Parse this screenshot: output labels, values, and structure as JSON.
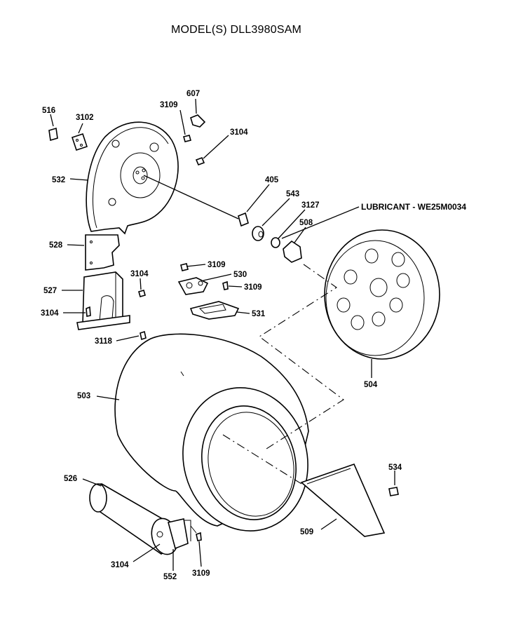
{
  "title": "MODEL(S) DLL3980SAM",
  "note": "LUBRICANT - WE25M0034",
  "callouts": {
    "c516": "516",
    "c3102": "3102",
    "c3109_top": "3109",
    "c607": "607",
    "c3104_top": "3104",
    "c532": "532",
    "c405": "405",
    "c543": "543",
    "c3127": "3127",
    "c508": "508",
    "c528": "528",
    "c3104_mid": "3104",
    "c527": "527",
    "c3104_left": "3104",
    "c3109_center": "3109",
    "c530": "530",
    "c3109_center2": "3109",
    "c531": "531",
    "c3118": "3118",
    "c503": "503",
    "c504": "504",
    "c526": "526",
    "c534": "534",
    "c509": "509",
    "c3104_bottom": "3104",
    "c552": "552",
    "c3109_bottom": "3109"
  },
  "colors": {
    "line": "#000000",
    "background": "#ffffff"
  }
}
